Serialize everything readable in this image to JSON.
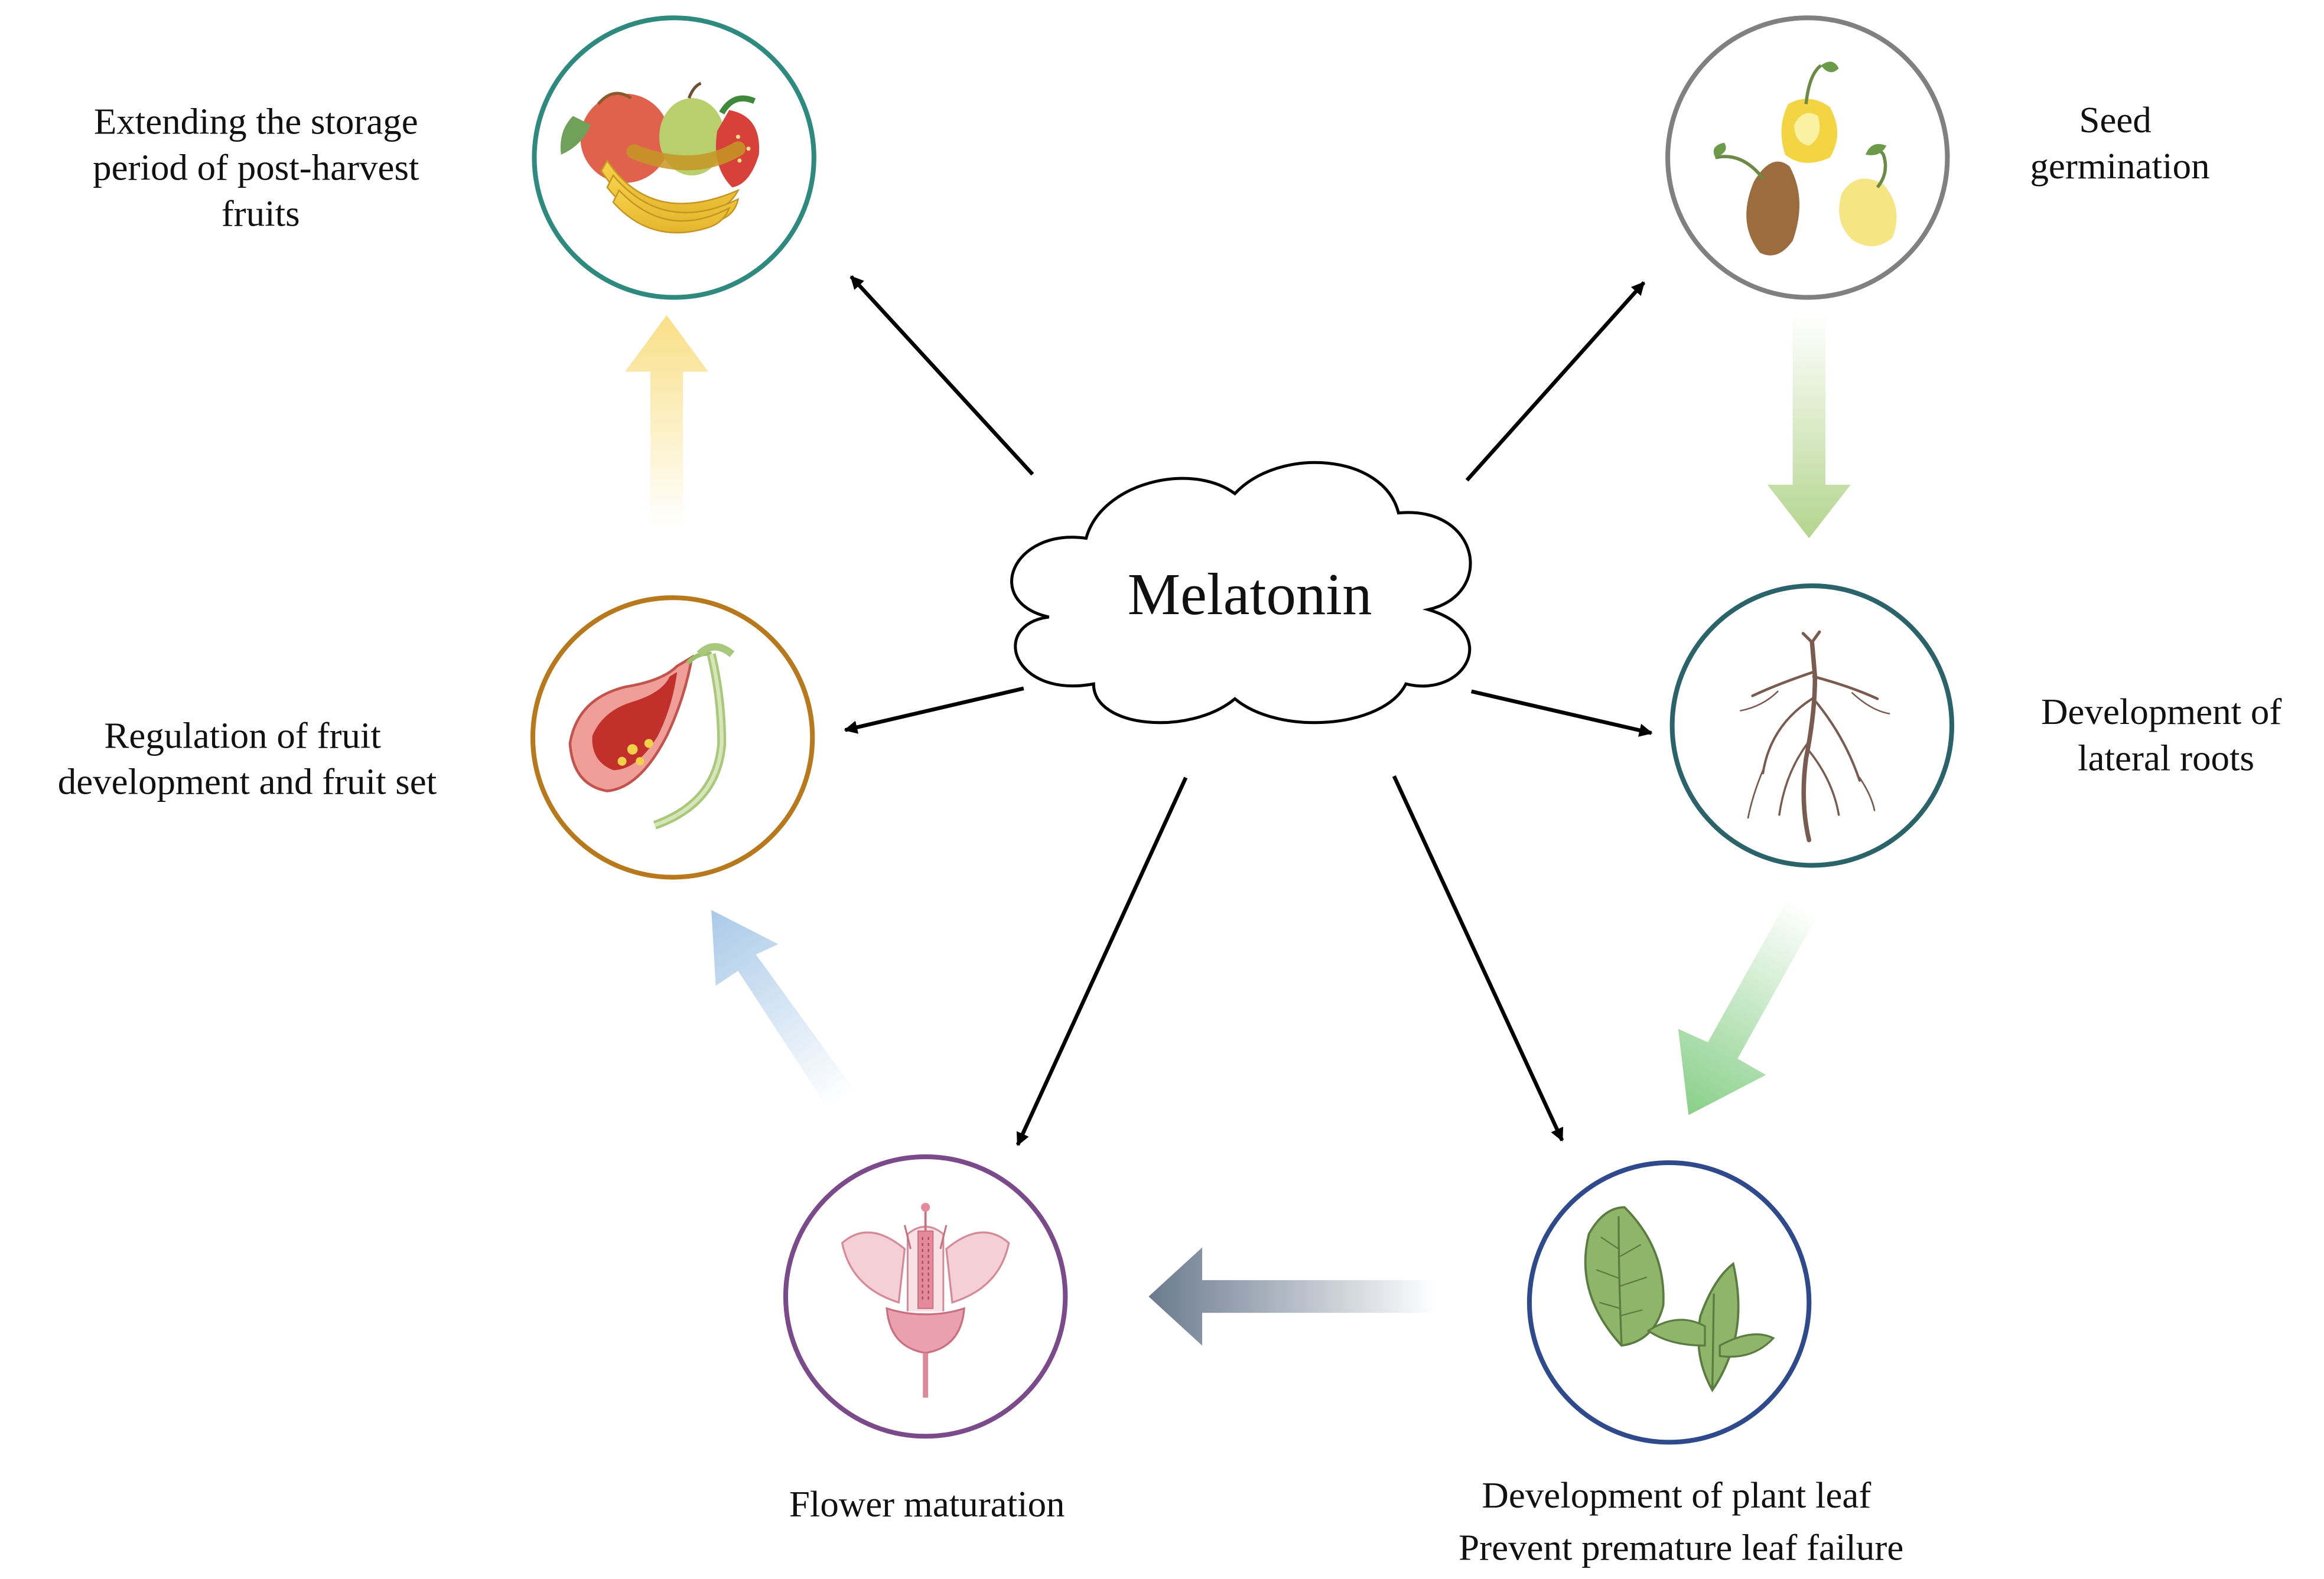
{
  "center": {
    "label": "Melatonin"
  },
  "nodes": {
    "fruits": {
      "lines": [
        "Extending the storage",
        "period of post-harvest",
        "fruits"
      ],
      "ring_color": "#2e8a7e",
      "icon": "fruit-basket-icon"
    },
    "seed": {
      "lines": [
        "Seed",
        "germination"
      ],
      "ring_color": "#808080",
      "icon": "germinating-seed-icon"
    },
    "roots": {
      "lines": [
        "Development of",
        "lateral roots"
      ],
      "ring_color": "#2a6369",
      "icon": "root-icon"
    },
    "leaf": {
      "lines": [
        "Development of plant leaf",
        "Prevent premature leaf failure"
      ],
      "ring_color": "#2e4a8c",
      "icon": "leaf-icon"
    },
    "flower": {
      "lines": [
        "Flower maturation"
      ],
      "ring_color": "#7b4a8a",
      "icon": "flower-icon"
    },
    "fruitset": {
      "lines": [
        "Regulation of fruit",
        "development and fruit set"
      ],
      "ring_color": "#b8781c",
      "icon": "papaya-icon"
    }
  },
  "flow_colors": {
    "fruitset_to_fruits": "#f9df86",
    "seed_to_roots": "#b4d58e",
    "roots_to_leaf": "#88cf88",
    "leaf_to_flower": "#6a7a8e",
    "flower_to_fruitset": "#a9c9e8"
  }
}
